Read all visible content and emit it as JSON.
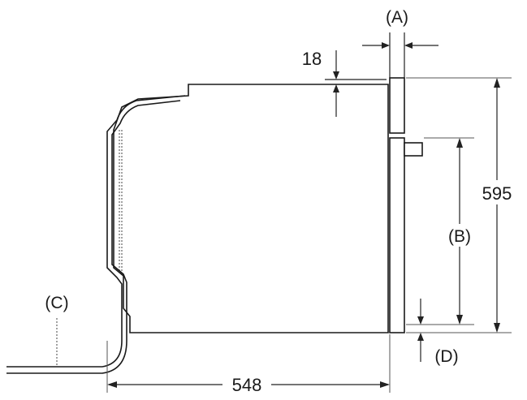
{
  "dimensions": {
    "top_gap": "18",
    "height": "595",
    "depth": "548"
  },
  "labels": {
    "a": "(A)",
    "b": "(B)",
    "c": "(C)",
    "d": "(D)"
  }
}
